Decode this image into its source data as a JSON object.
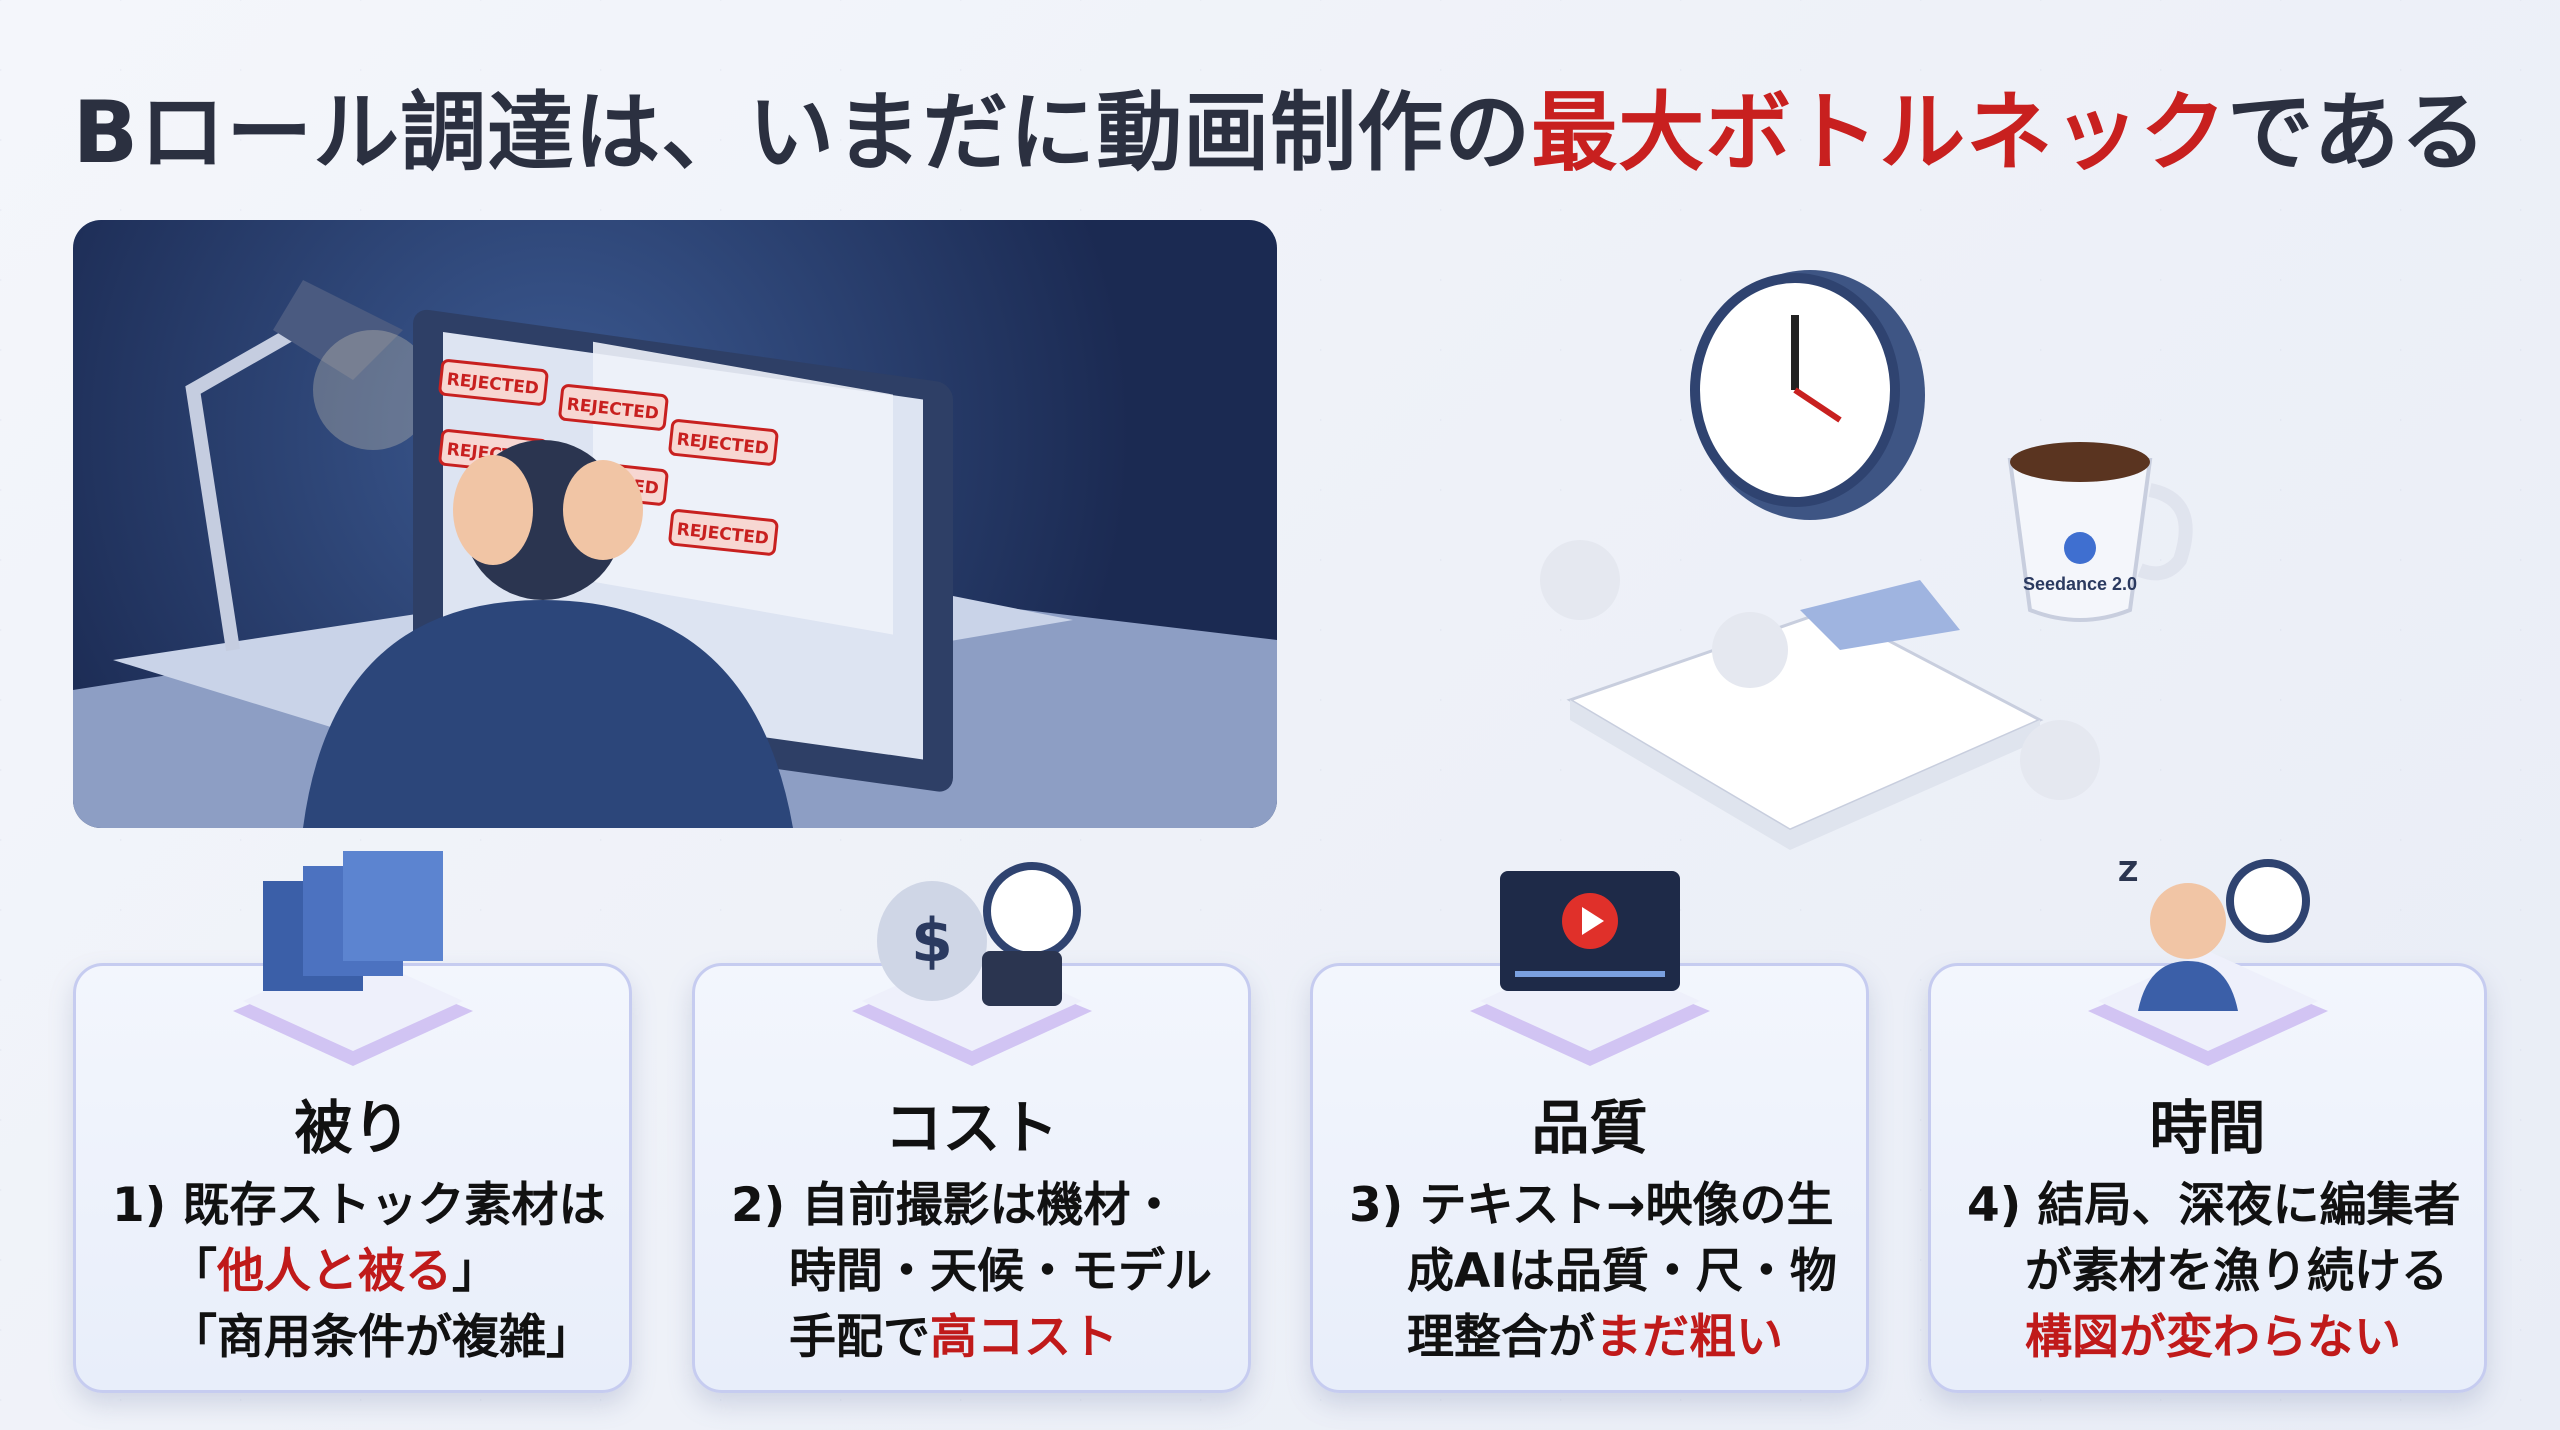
{
  "title": {
    "main": "Bロール調達は、いまだに動画制作の",
    "highlight": "最大ボトルネック",
    "tail": "である"
  },
  "photo": {
    "stamp": "REJECTED"
  },
  "scene": {
    "mug_brand": "Seedance 2.0"
  },
  "cards": [
    {
      "title": "被り",
      "lines": [
        {
          "a": "1) 既存ストック素材は"
        },
        {
          "a": "「",
          "r": "他人と被る",
          "b": "」"
        },
        {
          "a": "「商用条件が複雑」"
        }
      ]
    },
    {
      "title": "コスト",
      "lines": [
        {
          "a": "2) 自前撮影は機材・"
        },
        {
          "a": "時間・天候・モデル"
        },
        {
          "a": "手配で",
          "r": "高コスト"
        }
      ]
    },
    {
      "title": "品質",
      "lines": [
        {
          "a": "3) テキスト→映像の生"
        },
        {
          "a": "成AIは品質・尺・物"
        },
        {
          "a": "理整合が",
          "r": "まだ粗い"
        }
      ]
    },
    {
      "title": "時間",
      "lines": [
        {
          "a": "4) 結局、深夜に編集者"
        },
        {
          "a": "が素材を漁り続ける"
        },
        {
          "r": "構図が変わらない"
        }
      ]
    }
  ],
  "colors": {
    "accent": "#c8201f",
    "text": "#2b3040"
  }
}
